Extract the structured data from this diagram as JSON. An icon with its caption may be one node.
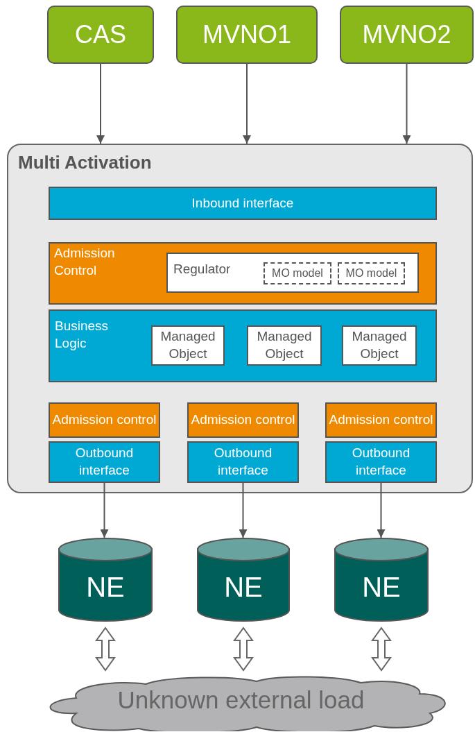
{
  "diagram": {
    "nodes": [
      {
        "text": [
          "CAS"
        ]
      },
      {
        "text": [
          "MVNO1"
        ]
      },
      {
        "text": [
          "MVNO2"
        ]
      },
      {
        "text": [
          "Multi Activation"
        ]
      },
      {
        "text": [
          "Inbound interface"
        ],
        "in": 3
      },
      {
        "text": [
          "Admission Control"
        ],
        "in": 3
      },
      {
        "text": [
          "Regulator"
        ],
        "in": 5
      },
      {
        "text": [
          "MO model"
        ],
        "in": 6
      },
      {
        "text": [
          "MO model"
        ],
        "in": 6
      },
      {
        "text": [
          "Business Logic"
        ],
        "in": 3
      },
      {
        "text": [
          "Managed Object"
        ],
        "in": 9
      },
      {
        "text": [
          "Managed Object"
        ],
        "in": 9
      },
      {
        "text": [
          "Managed Object"
        ],
        "in": 9
      },
      {
        "text": [
          "Admission control"
        ],
        "in": 3
      },
      {
        "text": [
          "Outbound interface"
        ],
        "in": 3
      },
      {
        "text": [
          "Admission control"
        ],
        "in": 3
      },
      {
        "text": [
          "Outbound interface"
        ],
        "in": 3
      },
      {
        "text": [
          "Admission control"
        ],
        "in": 3
      },
      {
        "text": [
          "Outbound interface"
        ],
        "in": 3
      },
      {
        "text": [
          "NE"
        ]
      },
      {
        "text": [
          "NE"
        ]
      },
      {
        "text": [
          "NE"
        ]
      },
      {
        "text": [
          "Unknown external load"
        ]
      }
    ],
    "edges": [
      {
        "from": 0,
        "to": 3,
        "arrow": "to"
      },
      {
        "from": 1,
        "to": 3,
        "arrow": "to"
      },
      {
        "from": 2,
        "to": 3,
        "arrow": "to"
      },
      {
        "from": 14,
        "to": 19,
        "arrow": "to"
      },
      {
        "from": 16,
        "to": 20,
        "arrow": "to"
      },
      {
        "from": 18,
        "to": 21,
        "arrow": "to"
      },
      {
        "from": 19,
        "to": 22,
        "arrow": "both",
        "style": "thick"
      },
      {
        "from": 20,
        "to": 22,
        "arrow": "both",
        "style": "thick"
      },
      {
        "from": 21,
        "to": 22,
        "arrow": "both",
        "style": "thick"
      }
    ]
  }
}
